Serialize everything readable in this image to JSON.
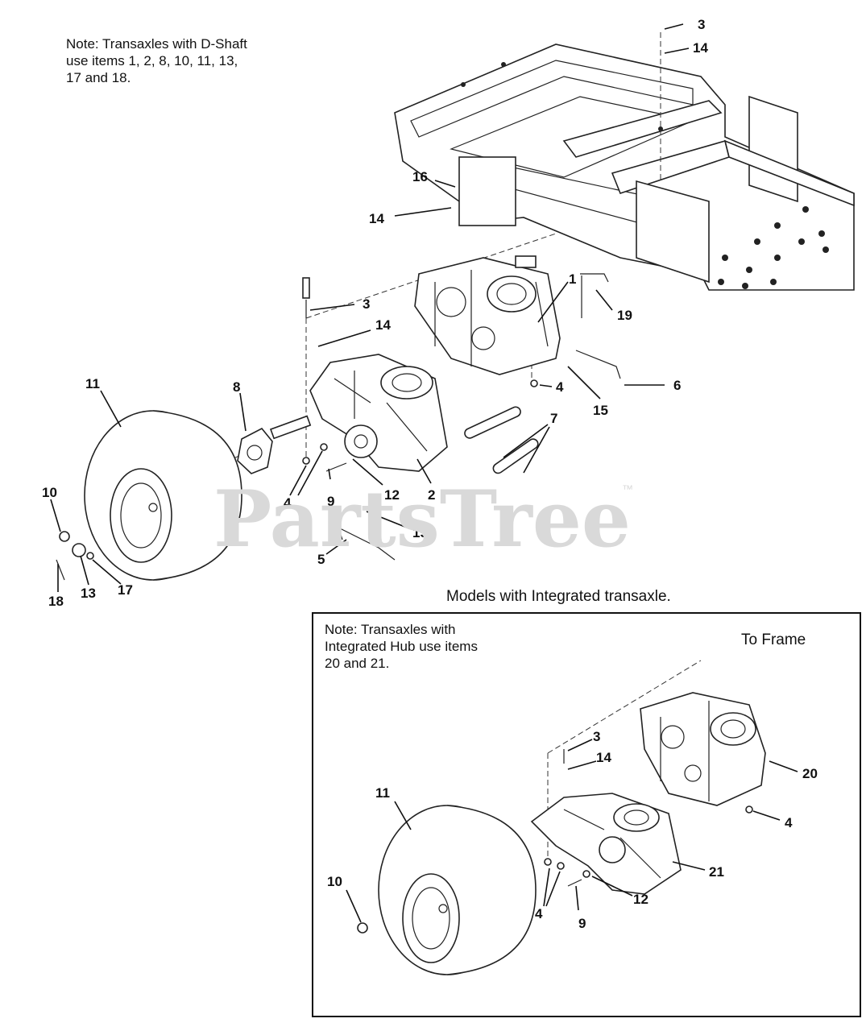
{
  "notes": {
    "d_shaft": "Note: Transaxles with D-Shaft\nuse items 1, 2, 8, 10, 11, 13,\n17 and 18.",
    "integrated_hub": "Note: Transaxles with\nIntegrated Hub use items\n20 and 21."
  },
  "inset": {
    "caption": "Models with Integrated transaxle.",
    "to_frame": "To Frame"
  },
  "watermark": {
    "text": "PartsTree",
    "trademark": "™"
  },
  "callouts_main": [
    "3",
    "14",
    "16",
    "14",
    "1",
    "19",
    "3",
    "14",
    "4",
    "6",
    "15",
    "11",
    "8",
    "7",
    "10",
    "4",
    "9",
    "12",
    "2",
    "15",
    "5",
    "18",
    "13",
    "17"
  ],
  "callouts_inset": [
    "3",
    "14",
    "20",
    "11",
    "4",
    "21",
    "10",
    "4",
    "9",
    "12"
  ]
}
